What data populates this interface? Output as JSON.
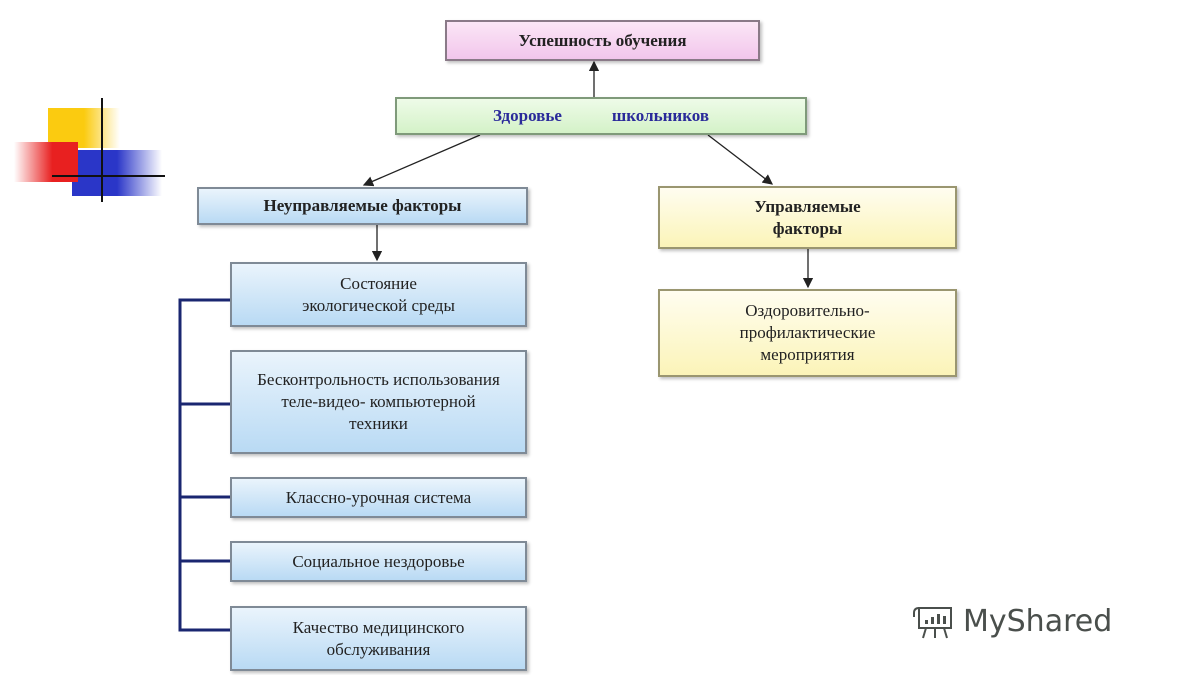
{
  "top": "Успешность обучения",
  "health": {
    "word1": "Здоровье",
    "word2": "школьников"
  },
  "unmanaged": "Неуправляемые факторы",
  "managed": "Управляемые факторы",
  "unmanaged_items": [
    "Состояние экологической среды",
    "Бесконтрольность использования теле-видео- компьютерной техники",
    "Классно-урочная система",
    "Социальное нездоровье",
    "Качество медицинского обслуживания"
  ],
  "managed_items": [
    "Оздоровительно-профилактические мероприятия"
  ],
  "watermark": "MyShared"
}
